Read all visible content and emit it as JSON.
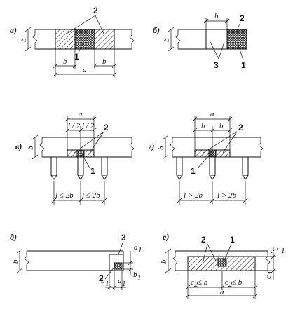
{
  "panels": {
    "a": {
      "label": "а)",
      "dim_b_left": "b",
      "dim_b_bottom_left": "b",
      "dim_b_bottom_right": "b",
      "dim_a": "a",
      "callout_1": "1",
      "callout_2": "2"
    },
    "b": {
      "label": "б)",
      "dim_b_left": "b",
      "dim_b_top": "b",
      "callout_1": "1",
      "callout_2": "2",
      "callout_3": "3"
    },
    "v": {
      "label": "в)",
      "dim_b_left": "b",
      "dim_a": "a",
      "dim_l2_left": "l / 2",
      "dim_l2_right": "l / 2",
      "dim_l_left": "l ≤ 2b",
      "dim_l_right": "l ≤ 2b",
      "callout_1": "1",
      "callout_2": "2"
    },
    "g": {
      "label": "г)",
      "dim_b_left": "b",
      "dim_a": "a",
      "dim_b_top_left": "b",
      "dim_b_top_right": "b",
      "dim_l_left": "l > 2b",
      "dim_l_right": "l > 2b",
      "callout_1": "1",
      "callout_2": "2"
    },
    "d": {
      "label": "д)",
      "dim_b_left": "b",
      "dim_a1_right": "a",
      "dim_a1_right_sub": "1",
      "dim_b1_right": "b",
      "dim_b1_right_sub": "1",
      "dim_b1_bottom": "b",
      "dim_b1_bottom_sub": "1",
      "dim_a1_bottom": "a",
      "dim_a1_bottom_sub": "1",
      "callout_2": "2",
      "callout_3": "3"
    },
    "e": {
      "label": "е)",
      "dim_b_left": "b",
      "dim_c1_right": "c",
      "dim_c1_right_sub": "1",
      "dim_c1_left": "c",
      "dim_c1_left_sub": "1",
      "dim_c2_left": "c",
      "dim_c2_left_sub": "2",
      "dim_c2_left_rest": " ≤ b",
      "dim_c2_right": "c",
      "dim_c2_right_sub": "2",
      "dim_c2_right_rest": " ≤ b",
      "dim_a": "a",
      "callout_1": "1",
      "callout_2": "2"
    }
  }
}
